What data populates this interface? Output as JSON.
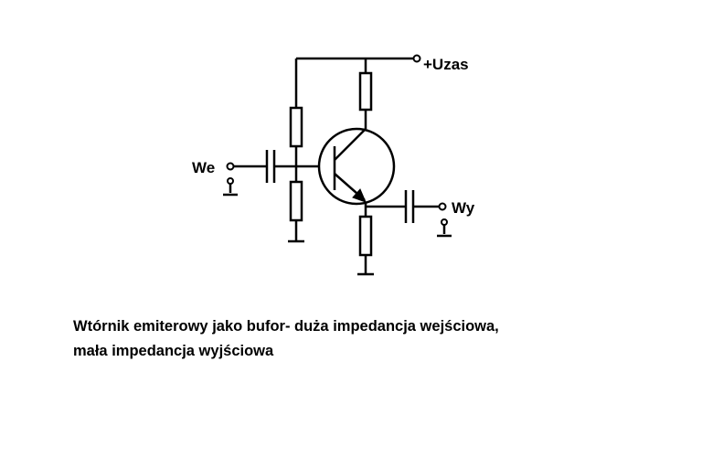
{
  "labels": {
    "supply": "+Uzas",
    "input": "We",
    "output": "Wy"
  },
  "caption": {
    "line1": "Wtórnik emiterowy jako bufor- duża impedancja wejściowa,",
    "line2": "mała impedancja wyjściowa"
  }
}
